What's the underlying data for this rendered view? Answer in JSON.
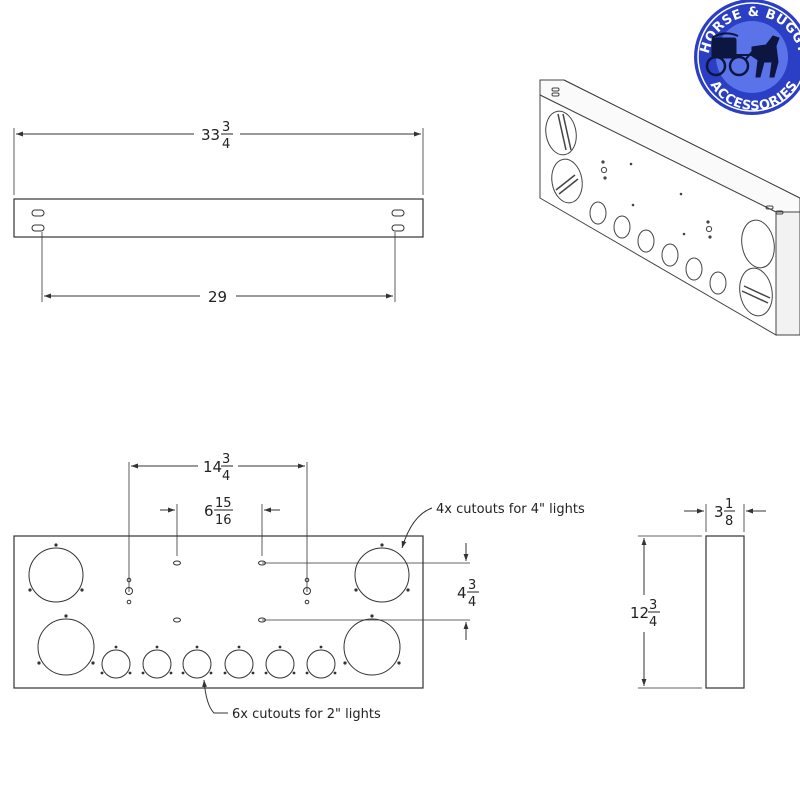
{
  "top_view": {
    "overall_width": {
      "whole": "33",
      "num": "3",
      "den": "4"
    },
    "mount_spacing": "29"
  },
  "front_view": {
    "center_spacing": {
      "whole": "14",
      "num": "3",
      "den": "4"
    },
    "inner_spacing": {
      "whole": "6",
      "num": "15",
      "den": "16"
    },
    "vertical_spacing": {
      "whole": "4",
      "num": "3",
      "den": "4"
    },
    "note_large": "4x cutouts for 4\" lights",
    "note_small": "6x cutouts for 2\" lights"
  },
  "side_view": {
    "depth": {
      "whole": "3",
      "num": "1",
      "den": "8"
    },
    "height": {
      "whole": "12",
      "num": "3",
      "den": "4"
    }
  },
  "logo": {
    "top_text": "HORSE & BUGGY",
    "bottom_text": "ACCESSORIES",
    "color": "#2a3fc4"
  },
  "colors": {
    "line": "#333333",
    "panel_fill": "#ffffff",
    "iso_shade": "#f4f4f4"
  }
}
